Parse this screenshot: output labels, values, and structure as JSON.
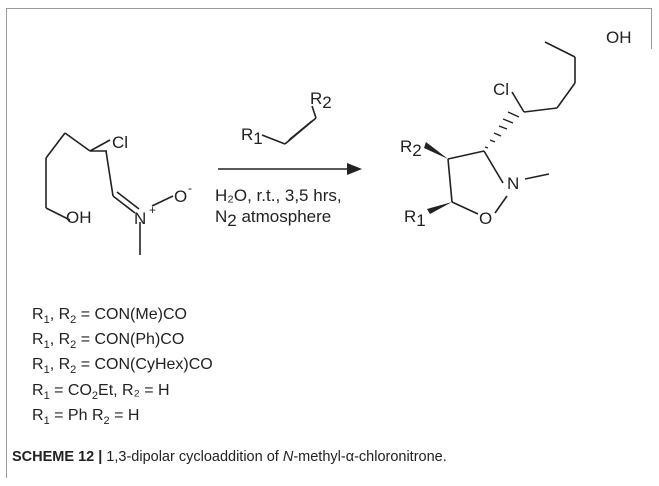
{
  "reactant": {
    "cl": "Cl",
    "oh": "OH",
    "n": "N",
    "n_charge": "+",
    "o": "O",
    "o_charge": "-"
  },
  "alkene": {
    "r1": "R",
    "r1_sub": "1",
    "r2": "R",
    "r2_sub": "2"
  },
  "conditions": {
    "line1": "H₂O, r.t., 3,5 hrs,",
    "line2_pre": "N",
    "line2_sub": "2",
    "line2_post": " atmosphere"
  },
  "product": {
    "oh": "OH",
    "cl": "Cl",
    "r2": "R",
    "r2_sub": "2",
    "r1": "R",
    "r1_sub": "1",
    "n": "N",
    "o": "O"
  },
  "substituents": [
    {
      "a": "R",
      "a_sub": "1",
      "sep": ", ",
      "b": "R",
      "b_sub": "2",
      "rest": " = CON(Me)CO"
    },
    {
      "a": "R",
      "a_sub": "1",
      "sep": ", ",
      "b": "R",
      "b_sub": "2",
      "rest": " = CON(Ph)CO"
    },
    {
      "a": "R",
      "a_sub": "1",
      "sep": ", ",
      "b": "R",
      "b_sub": "2",
      "rest": " = CON(CyHex)CO"
    },
    {
      "a": "R",
      "a_sub": "1",
      "sep": " = CO",
      "b": "",
      "b_sub": "2",
      "rest": "Et, R₂ = H"
    },
    {
      "a": "R",
      "a_sub": "1",
      "sep": " = Ph  R",
      "b": "",
      "b_sub": "2",
      "rest": " = H"
    }
  ],
  "caption": {
    "label": "SCHEME 12 |",
    "text_pre": " 1,3-dipolar cycloaddition of ",
    "text_italic": "N",
    "text_post": "-methyl-α-chloronitrone."
  }
}
